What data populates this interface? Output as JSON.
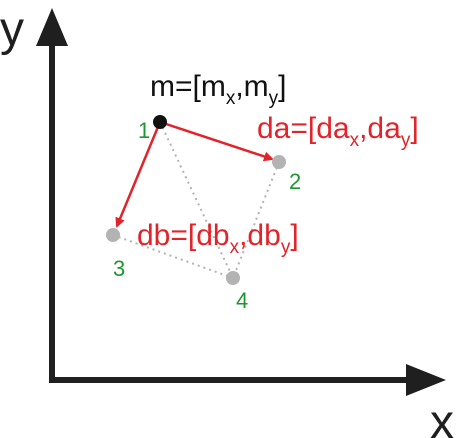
{
  "axes": {
    "y_label": "y",
    "x_label": "x"
  },
  "point_m": {
    "prefix": "m=[m",
    "sub_x": "x",
    "comma": ",m",
    "sub_y": "y",
    "suffix": "]"
  },
  "vector_da": {
    "prefix": "da=[da",
    "sub_x": "x",
    "comma": ",da",
    "sub_y": "y",
    "suffix": "]"
  },
  "vector_db": {
    "prefix": "db=[db",
    "sub_x": "x",
    "comma": ",db",
    "sub_y": "y",
    "suffix": "]"
  },
  "vertex_labels": [
    "1",
    "2",
    "3",
    "4"
  ],
  "colors": {
    "axis": "#1f1f1f",
    "vector": "#e2232a",
    "vertex_label": "#1e9632",
    "vertex_point": "#b3b3b3",
    "origin_point": "#111111",
    "dotted_edge": "#b3b3b3"
  }
}
